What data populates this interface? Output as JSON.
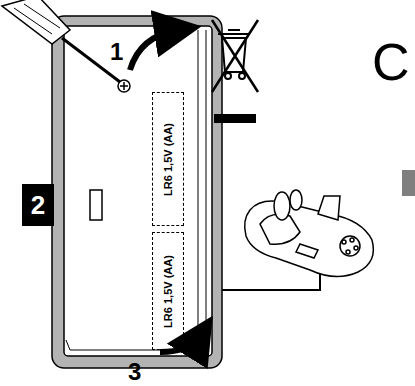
{
  "diagram": {
    "nodes": [
      {
        "text": [
          "2"
        ]
      },
      {
        "text": [
          "LR6 1,5V (AA)"
        ]
      },
      {
        "text": [
          "LR6 1,5V (AA)"
        ]
      }
    ],
    "labels": [
      "1",
      "3",
      "C"
    ]
  }
}
